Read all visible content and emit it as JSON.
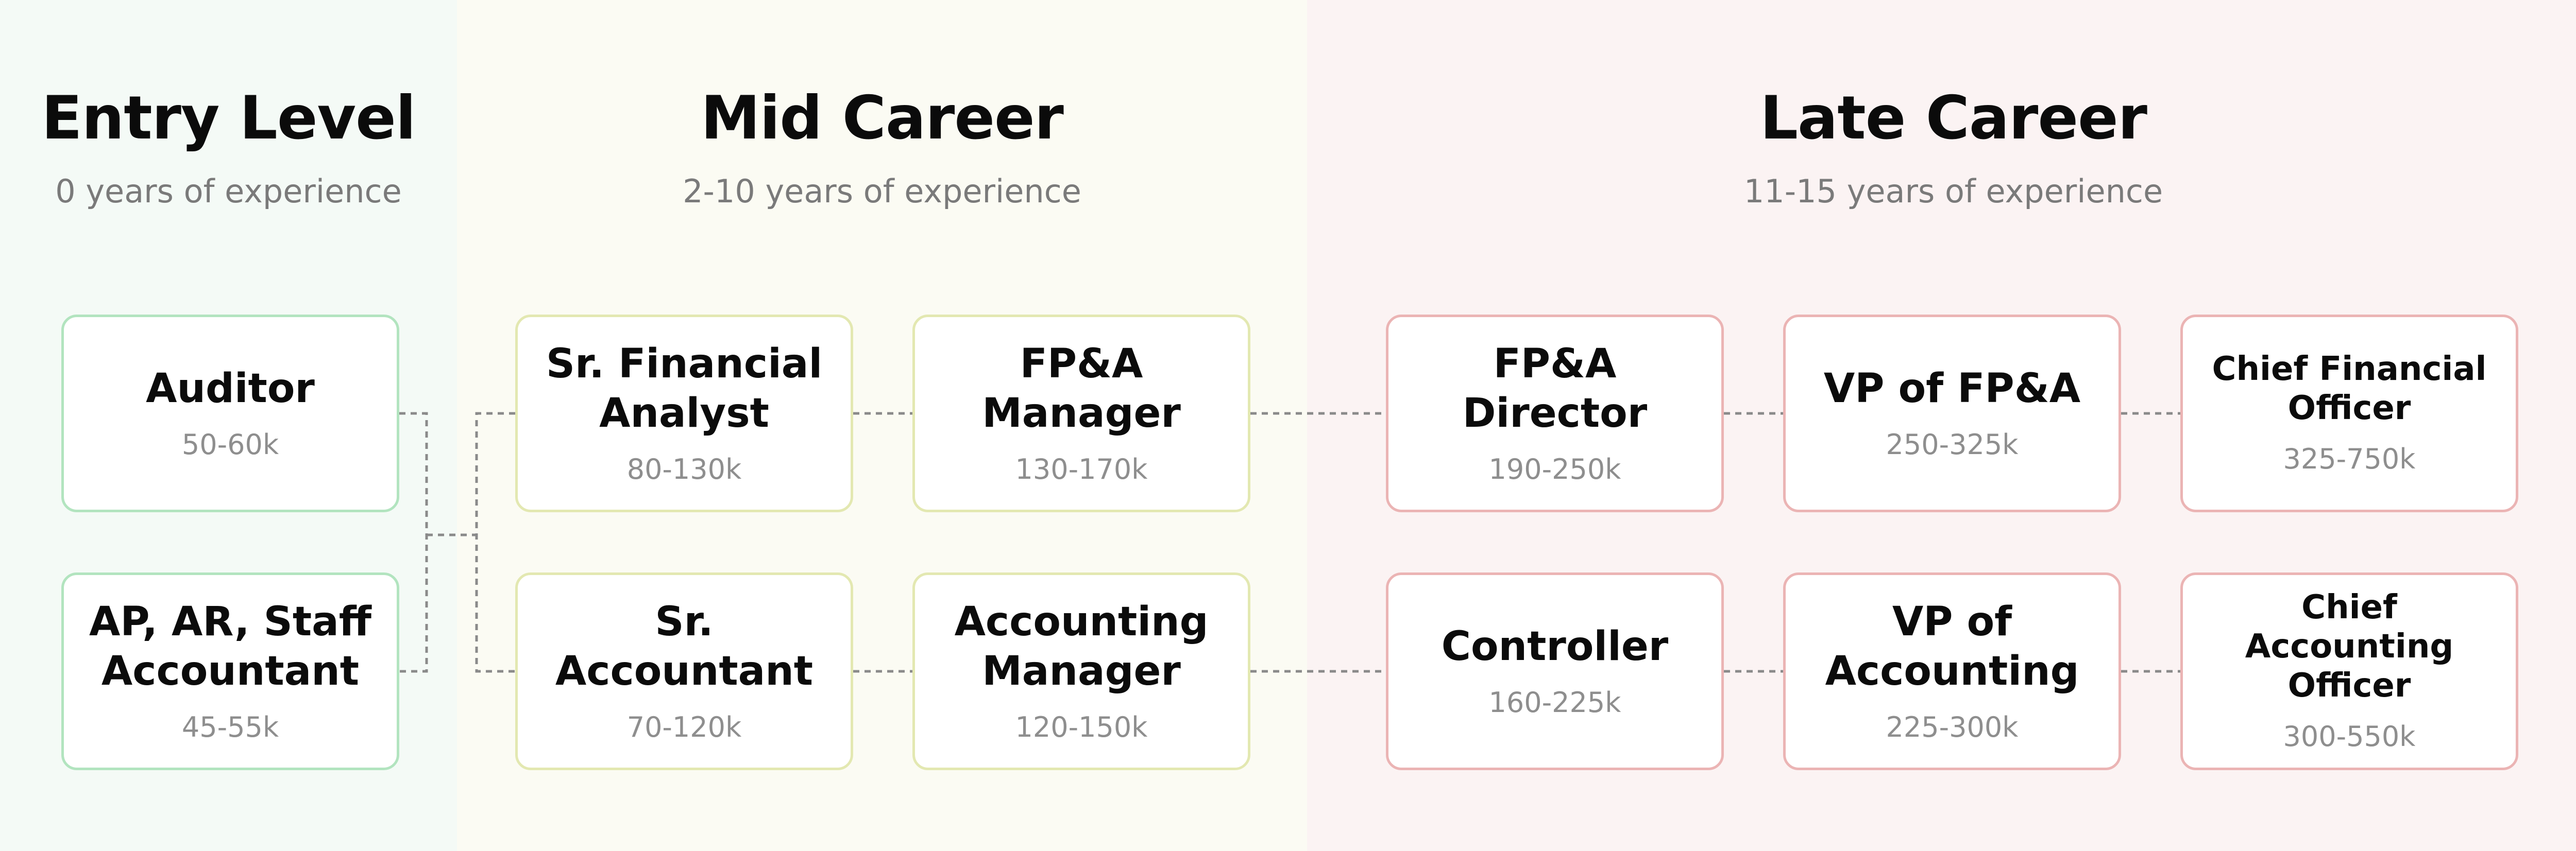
{
  "sections": {
    "entry": {
      "title": "Entry Level",
      "subtitle": "0 years of experience"
    },
    "mid": {
      "title": "Mid Career",
      "subtitle": "2-10 years of experience"
    },
    "late": {
      "title": "Late Career",
      "subtitle": "11-15 years of experience"
    }
  },
  "roles": {
    "auditor": {
      "title": "Auditor",
      "salary": "50-60k"
    },
    "staff_accountant": {
      "title": "AP, AR, Staff Accountant",
      "salary": "45-55k"
    },
    "sr_financial_analyst": {
      "title": "Sr. Financial Analyst",
      "salary": "80-130k"
    },
    "sr_accountant": {
      "title": "Sr. Accountant",
      "salary": "70-120k"
    },
    "fpa_manager": {
      "title": "FP&A Manager",
      "salary": "130-170k"
    },
    "accounting_manager": {
      "title": "Accounting Manager",
      "salary": "120-150k"
    },
    "fpa_director": {
      "title": "FP&A Director",
      "salary": "190-250k"
    },
    "controller": {
      "title": "Controller",
      "salary": "160-225k"
    },
    "vp_fpa": {
      "title": "VP of FP&A",
      "salary": "250-325k"
    },
    "vp_accounting": {
      "title": "VP of Accounting",
      "salary": "225-300k"
    },
    "cfo": {
      "title": "Chief Financial Officer",
      "salary": "325-750k"
    },
    "cao": {
      "title": "Chief Accounting Officer",
      "salary": "300-550k"
    }
  },
  "colors": {
    "entry_bg": "#f4faf6",
    "mid_bg": "#fbfbf3",
    "late_bg": "#fbf3f3",
    "entry_border": "#b2e4bf",
    "mid_border": "#e3e8b1",
    "late_border": "#ebb4b4",
    "connector": "#8a8a8a"
  }
}
